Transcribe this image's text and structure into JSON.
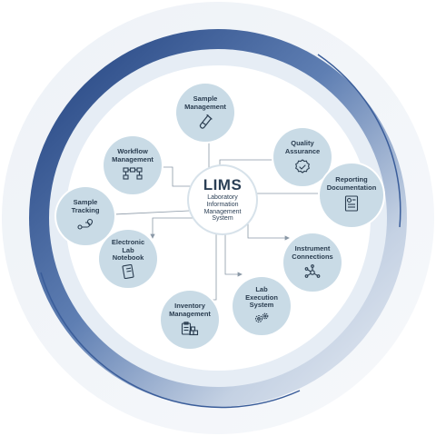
{
  "center": {
    "title": "LIMS",
    "subtitle": [
      "Laboratory",
      "Information",
      "Management",
      "System"
    ]
  },
  "modules": [
    {
      "id": "sample-management",
      "label": [
        "Sample",
        "Management"
      ],
      "icon": "test-tube-icon"
    },
    {
      "id": "quality-assurance",
      "label": [
        "Quality",
        "Assurance"
      ],
      "icon": "quality-badge-icon"
    },
    {
      "id": "reporting-documentation",
      "label": [
        "Reporting",
        "Documentation"
      ],
      "icon": "report-document-icon"
    },
    {
      "id": "instrument-connections",
      "label": [
        "Instrument",
        "Connections"
      ],
      "icon": "network-nodes-icon"
    },
    {
      "id": "lab-execution-system",
      "label": [
        "Lab",
        "Execution",
        "System"
      ],
      "icon": "gears-icon"
    },
    {
      "id": "inventory-management",
      "label": [
        "Inventory",
        "Management"
      ],
      "icon": "clipboard-boxes-icon"
    },
    {
      "id": "electronic-lab-notebook",
      "label": [
        "Electronic",
        "Lab",
        "Notebook"
      ],
      "icon": "notebook-icon"
    },
    {
      "id": "sample-tracking",
      "label": [
        "Sample",
        "Tracking"
      ],
      "icon": "location-pin-route-icon"
    },
    {
      "id": "workflow-management",
      "label": [
        "Workflow",
        "Management"
      ],
      "icon": "workflow-flowchart-icon"
    }
  ],
  "colors": {
    "ring_dark": "#2b4f8e",
    "ring_light": "#dde6f0",
    "node_fill": "#c9dbe6",
    "text": "#2a3d50",
    "connector": "#8a98a6"
  }
}
